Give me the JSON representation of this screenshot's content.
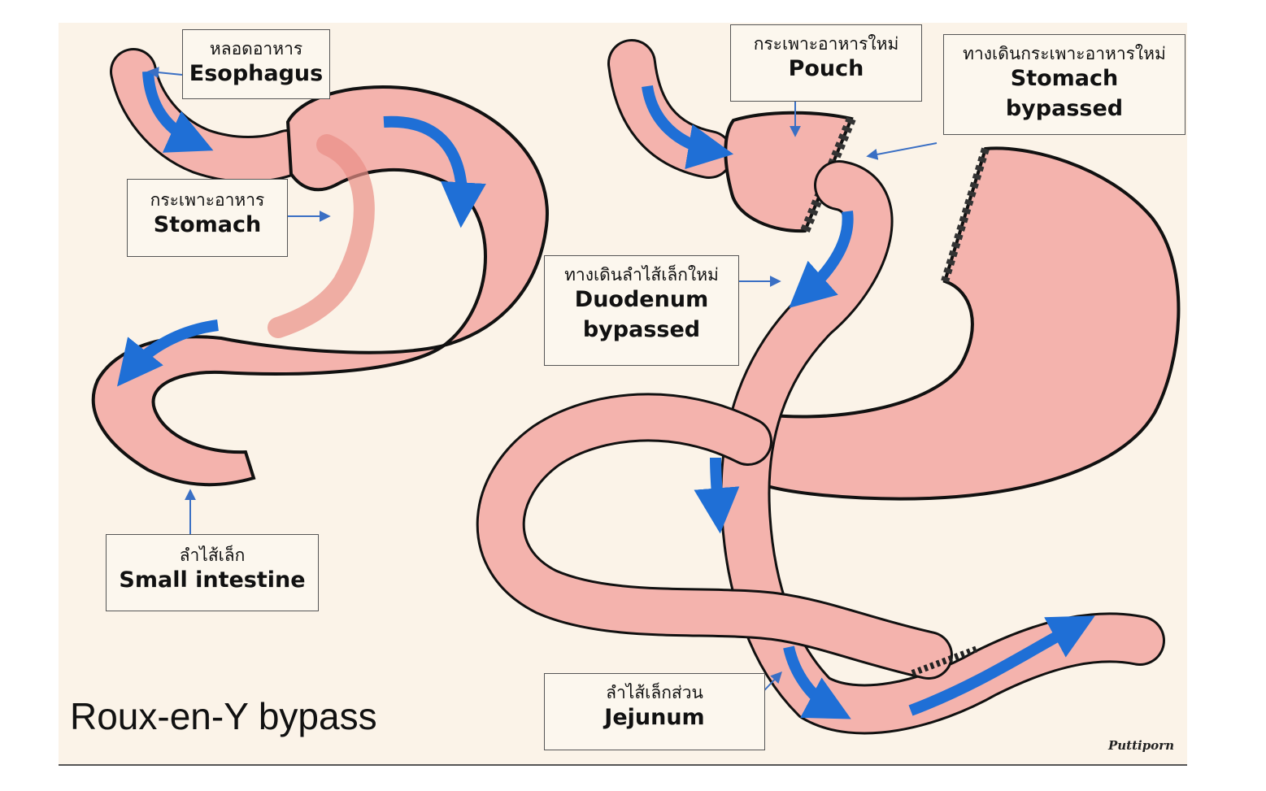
{
  "diagram": {
    "title": "Roux-en-Y bypass",
    "signature": "Puttiporn",
    "colors": {
      "background": "#fbf3e8",
      "tissue": "#f4b3ad",
      "tissue_dark": "#e98e86",
      "outline": "#111111",
      "flow_arrow": "#1f6fd6",
      "pointer": "#3a6fc4"
    },
    "labels": {
      "esophagus": {
        "thai": "หลอดอาหาร",
        "english": "Esophagus"
      },
      "stomach": {
        "thai": "กระเพาะอาหาร",
        "english": "Stomach"
      },
      "small_intestine": {
        "thai": "ลำไส้เล็ก",
        "english": "Small intestine"
      },
      "pouch": {
        "thai": "กระเพาะอาหารใหม่",
        "english": "Pouch"
      },
      "stomach_bypassed": {
        "thai": "ทางเดินกระเพาะอาหารใหม่",
        "english": "Stomach",
        "english2": "bypassed"
      },
      "duodenum_bypassed": {
        "thai": "ทางเดินลำไส้เล็กใหม่",
        "english": "Duodenum",
        "english2": "bypassed"
      },
      "jejunum": {
        "thai": "ลำไส้เล็กส่วน",
        "english": "Jejunum"
      }
    }
  }
}
